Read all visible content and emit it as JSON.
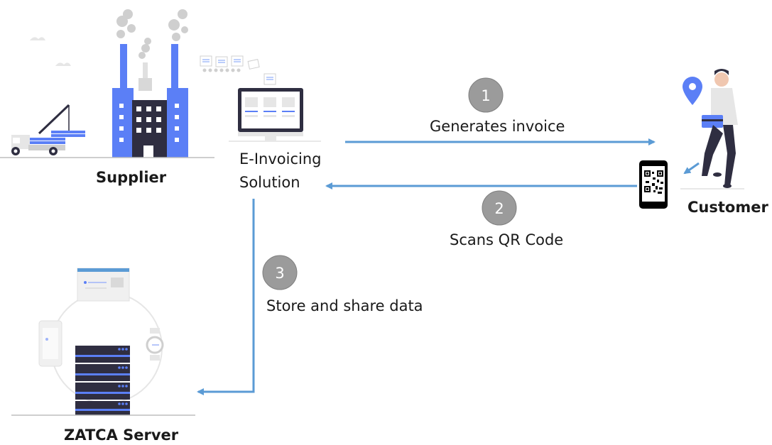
{
  "nodes": {
    "supplier": {
      "label": "Supplier"
    },
    "einvoicing": {
      "label_line1": "E-Invoicing",
      "label_line2": "Solution"
    },
    "customer": {
      "label": "Customer"
    },
    "zatca": {
      "label": "ZATCA Server"
    }
  },
  "steps": [
    {
      "number": "1",
      "label": "Generates invoice"
    },
    {
      "number": "2",
      "label": "Scans QR Code"
    },
    {
      "number": "3",
      "label": "Store and share data"
    }
  ],
  "colors": {
    "accent": "#5B7FF6",
    "arrow": "#5B9BD5",
    "dark": "#2F2E41",
    "step_circle": "#9B9B9B",
    "muted_gray": "#E6E6E6"
  }
}
